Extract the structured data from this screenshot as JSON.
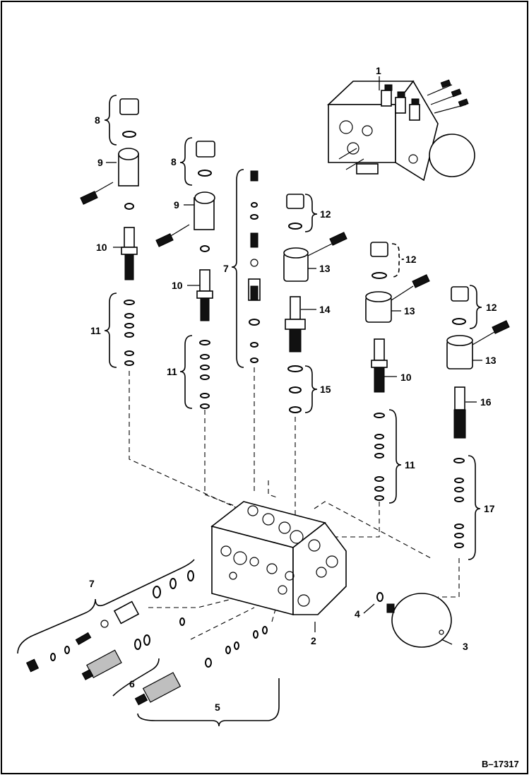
{
  "figure_id": "B–17317",
  "callouts": {
    "c1": "1",
    "c2": "2",
    "c3": "3",
    "c4": "4",
    "c5": "5",
    "c6": "6",
    "c7a": "7",
    "c7b": "7",
    "c8a": "8",
    "c8b": "8",
    "c9a": "9",
    "c9b": "9",
    "c10a": "10",
    "c10b": "10",
    "c10c": "10",
    "c11a": "11",
    "c11b": "11",
    "c11c": "11",
    "c12a": "12",
    "c12b": "12",
    "c12c": "12",
    "c13a": "13",
    "c13b": "13",
    "c13c": "13",
    "c14": "14",
    "c15": "15",
    "c16": "16",
    "c17": "17"
  }
}
